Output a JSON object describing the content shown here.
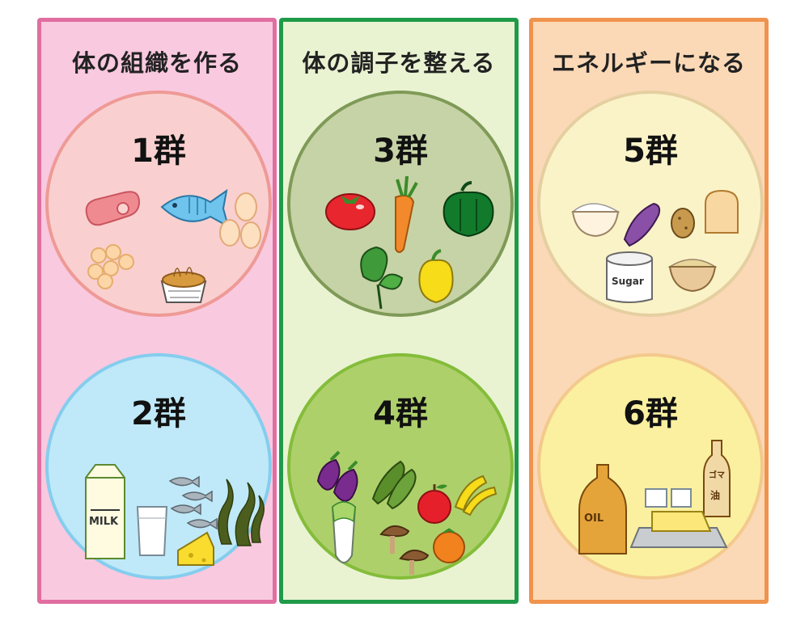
{
  "panels": [
    {
      "title": "体の組織を作る",
      "border": "#e06ea0",
      "bg": "#f9c9df",
      "groups": [
        {
          "label": "1群",
          "fill": "#f9d0cf",
          "stroke": "#ee9a96"
        },
        {
          "label": "2群",
          "fill": "#bfe9f8",
          "stroke": "#85cdee"
        }
      ]
    },
    {
      "title": "体の調子を整える",
      "border": "#1f9a48",
      "bg": "#e9f3d2",
      "groups": [
        {
          "label": "3群",
          "fill": "#c6d3a6",
          "stroke": "#7f9a57"
        },
        {
          "label": "4群",
          "fill": "#aed06b",
          "stroke": "#84bd3a"
        }
      ]
    },
    {
      "title": "エネルギーになる",
      "border": "#f0934d",
      "bg": "#fbd9b7",
      "groups": [
        {
          "label": "5群",
          "fill": "#fbf3c8",
          "stroke": "#e5cfa1"
        },
        {
          "label": "6群",
          "fill": "#fbf0a0",
          "stroke": "#f3c98d"
        }
      ]
    }
  ],
  "icons": {
    "group1": [
      "meat-icon",
      "fish-icon",
      "egg-icon",
      "soybean-icon",
      "natto-icon"
    ],
    "group2": [
      "milk-carton-icon",
      "milk-glass-icon",
      "small-fish-icon",
      "seaweed-icon",
      "cheese-icon"
    ],
    "group3": [
      "tomato-icon",
      "carrot-icon",
      "green-pepper-icon",
      "spinach-icon",
      "yellow-pepper-icon"
    ],
    "group4": [
      "eggplant-icon",
      "cucumber-icon",
      "apple-icon",
      "banana-icon",
      "daikon-icon",
      "shiitake-icon",
      "orange-icon"
    ],
    "group5": [
      "rice-bowl-icon",
      "sweet-potato-icon",
      "potato-icon",
      "bread-icon",
      "sugar-jar-icon",
      "noodle-bowl-icon"
    ],
    "group6": [
      "oil-bottle-icon",
      "sugar-cube-icon",
      "sesame-oil-bottle-icon",
      "butter-icon"
    ]
  },
  "labels": {
    "milk": "MILK",
    "sugar": "Sugar",
    "oil": "OIL",
    "sesame_oil_1": "ゴマ",
    "sesame_oil_2": "油"
  }
}
